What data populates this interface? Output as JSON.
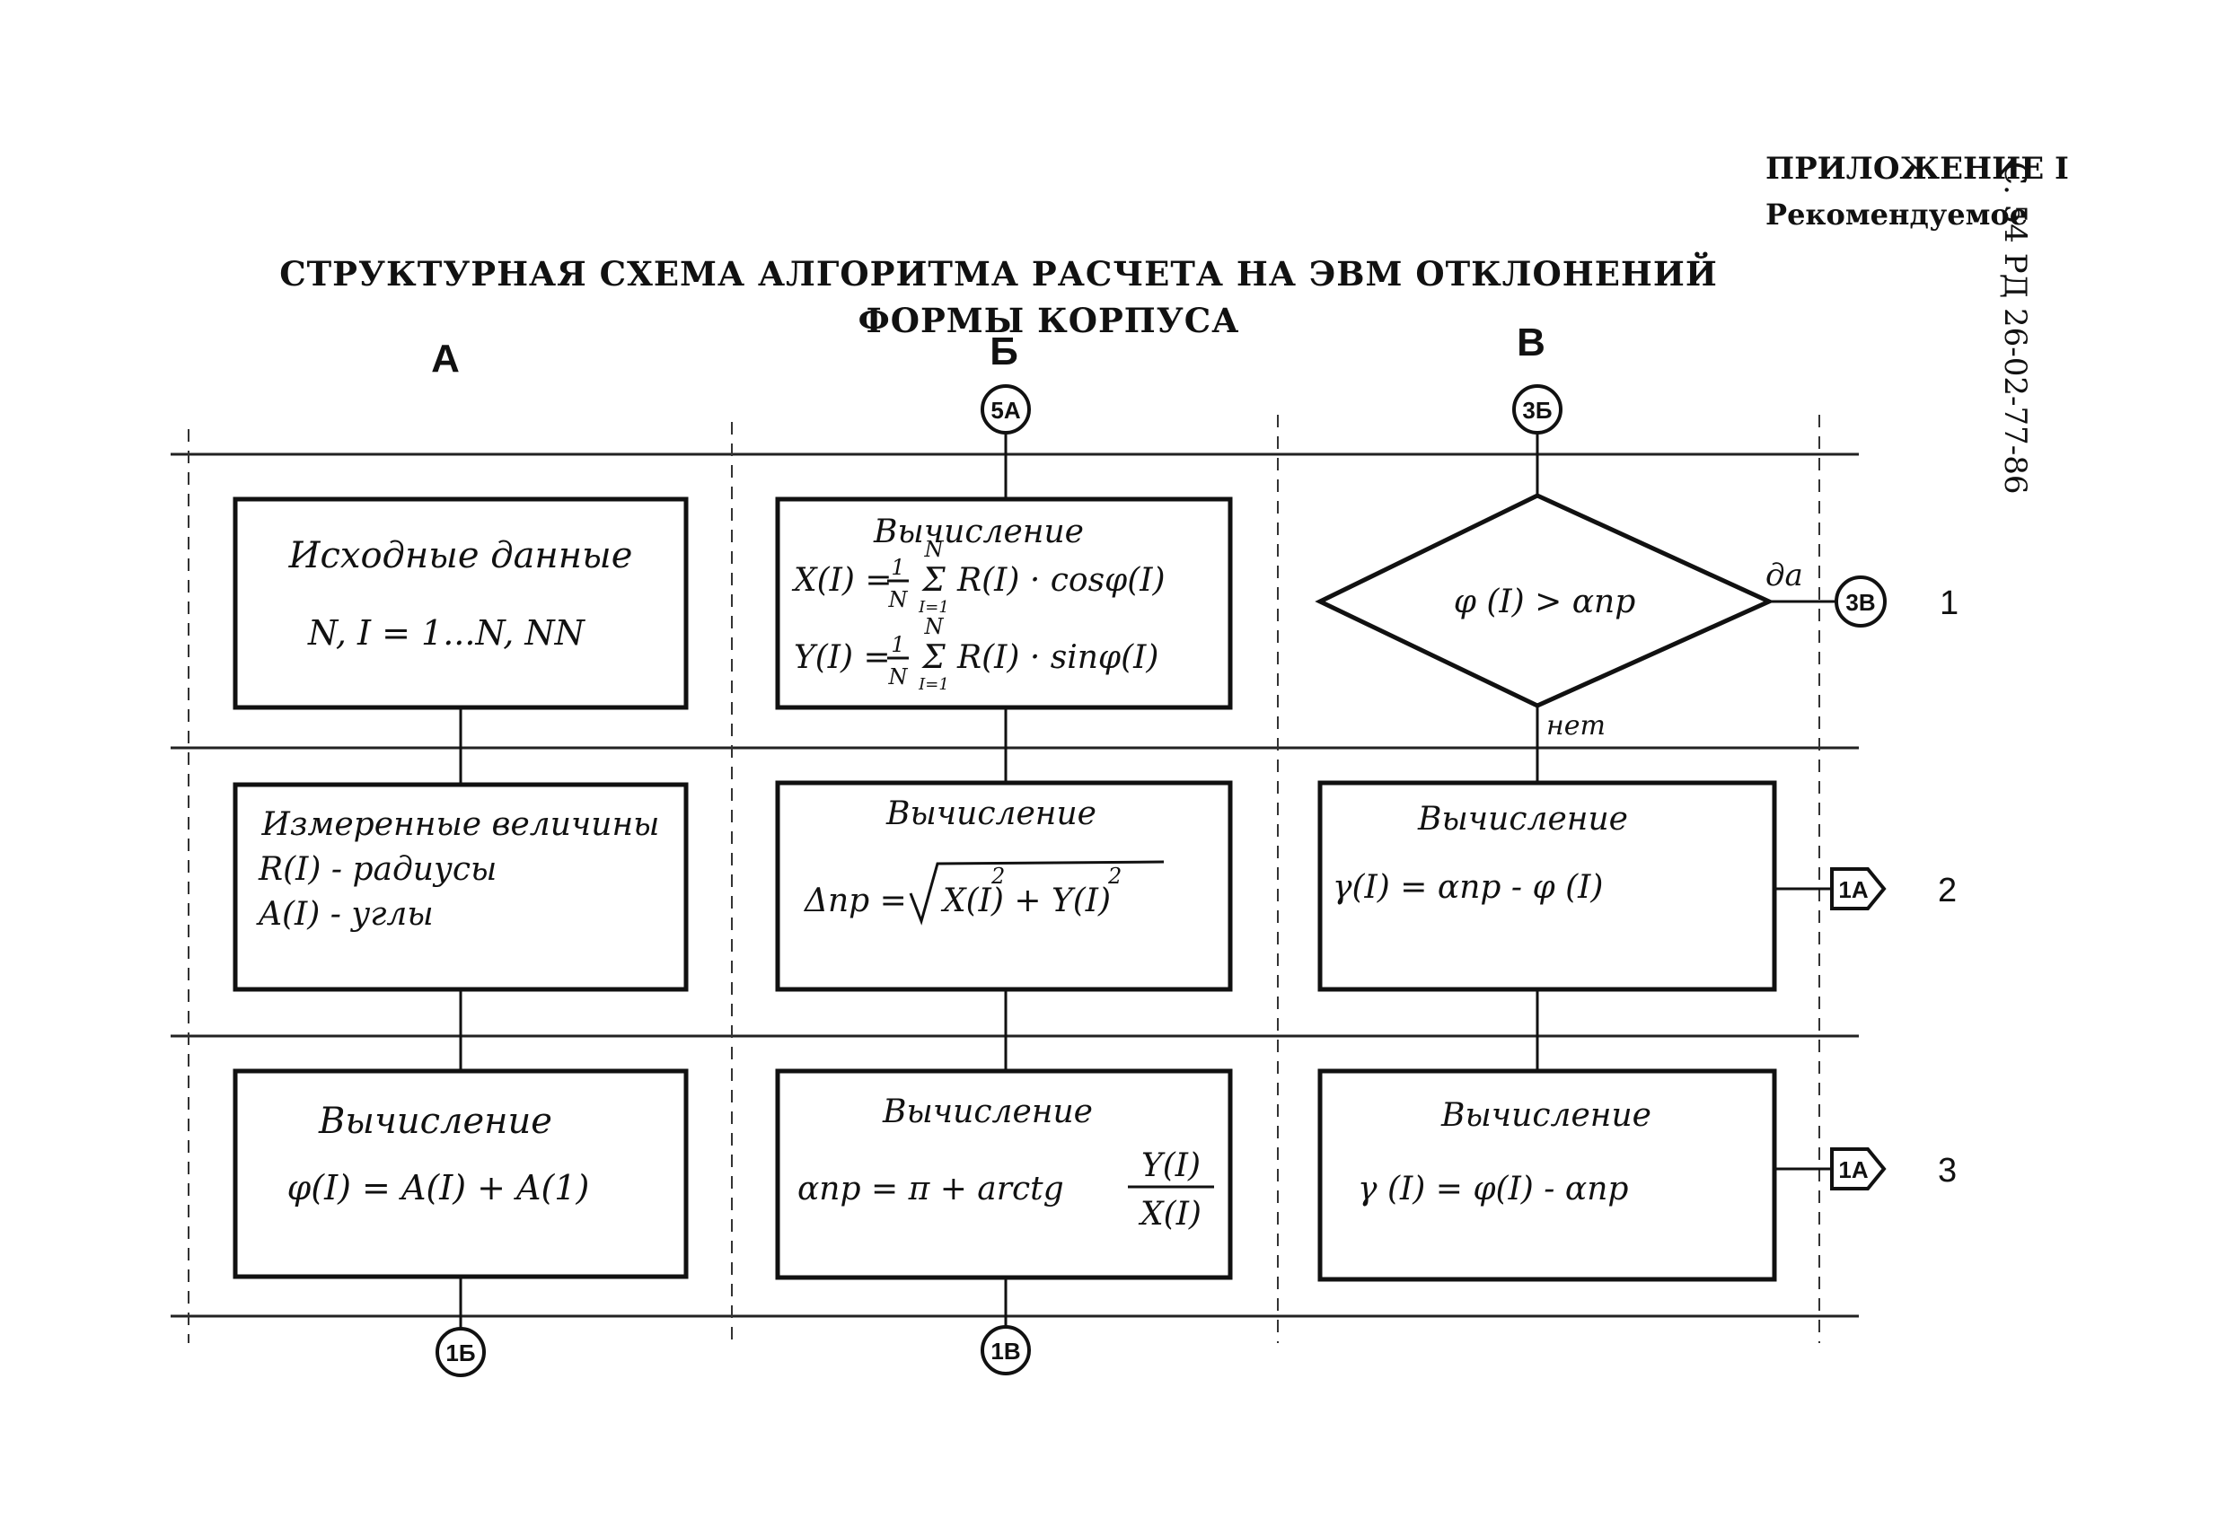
{
  "header": {
    "appendix": "ПРИЛОЖЕНИЕ I",
    "status": "Рекомендуемое",
    "page_ref": "С. 54 РД 26-02-77-86"
  },
  "title": {
    "line1": "СТРУКТУРНАЯ СХЕМА АЛГОРИТМА РАСЧЕТА НА ЭВМ ОТКЛОНЕНИЙ",
    "line2": "ФОРМЫ КОРПУСА"
  },
  "columns": [
    "А",
    "Б",
    "В"
  ],
  "rows": [
    "1",
    "2",
    "3"
  ],
  "blocks": {
    "a1": {
      "title": "Исходные данные",
      "line1": "N, I = 1...N, NN"
    },
    "a2": {
      "title": "Измеренные величины",
      "line1": "R(I) - радиусы",
      "line2": "A(I) - углы"
    },
    "a3": {
      "title": "Вычисление",
      "line1": "φ(I) = A(I) + A(1)"
    },
    "b1": {
      "title": "Вычисление",
      "line1_lhs": "X(I) =",
      "line1_rhs": "R(I) · cosφ(I)",
      "line2_lhs": "Y(I) =",
      "line2_rhs": "R(I) · sinφ(I)",
      "frac_num": "1",
      "frac_den": "N",
      "sum_sign": "Σ",
      "sum_top": "N",
      "sum_bottom": "I=1"
    },
    "b2": {
      "title": "Вычисление",
      "lhs": "Δпр =",
      "radicand": "X(I) + Y(I)",
      "exp": "2"
    },
    "b3": {
      "title": "Вычисление",
      "lhs": "αпр = π + arctg",
      "num": "Y(I)",
      "den": "X(I)"
    },
    "c1": {
      "condition": "φ (I) > αпр",
      "yes": "да",
      "no": "нет"
    },
    "c2": {
      "title": "Вычисление",
      "line1": "γ(I) = αпр - φ (I)"
    },
    "c3": {
      "title": "Вычисление",
      "line1": "γ (I) = φ(I) - αпр"
    }
  },
  "connectors": {
    "b_in": "5А",
    "c_in": "3Б",
    "c1_out": "3В",
    "c2_out": "1А",
    "c3_out": "1А",
    "a_out": "1Б",
    "b_out": "1В"
  }
}
